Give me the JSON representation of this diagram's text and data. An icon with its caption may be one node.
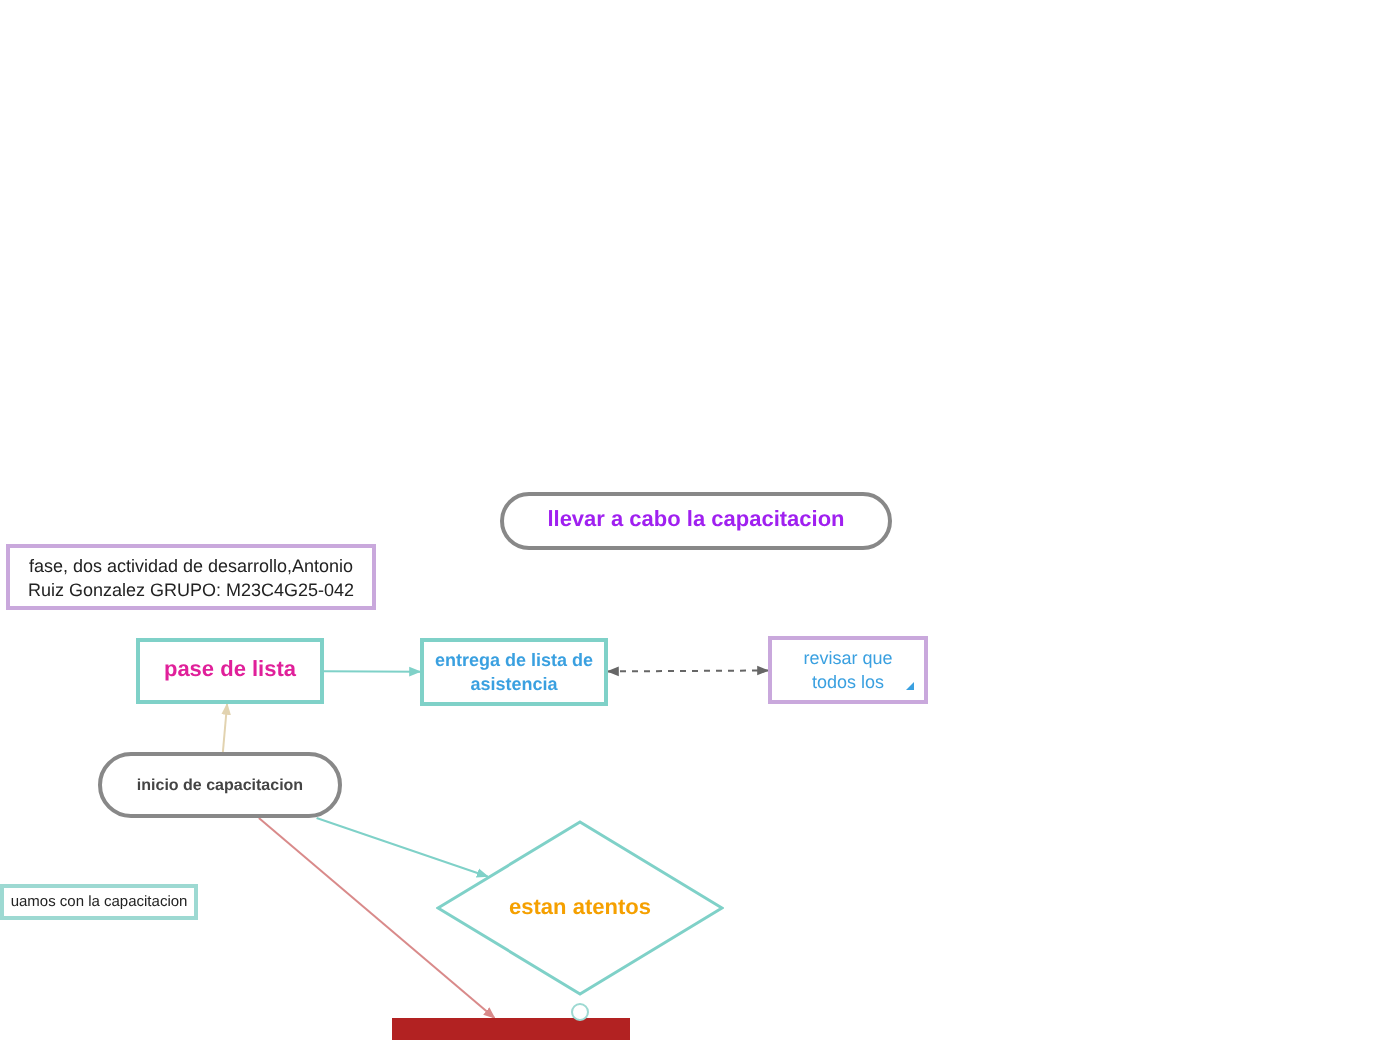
{
  "diagram": {
    "nodes": [
      {
        "text": [
          "llevar a cabo la capacitacion"
        ]
      },
      {
        "text": [
          "fase, dos actividad de desarrollo,Antonio Ruiz Gonzalez GRUPO: M23C4G25-042"
        ]
      },
      {
        "text": [
          "pase de lista"
        ]
      },
      {
        "text": [
          "entrega de lista de asistencia"
        ]
      },
      {
        "text": [
          "revisar que todos los"
        ]
      },
      {
        "text": [
          "inicio de capacitacion"
        ]
      },
      {
        "text": [
          "uamos con la capacitacion"
        ]
      },
      {
        "text": [
          "estan atentos"
        ]
      },
      {
        "text": [],
        "shape": "bar"
      }
    ],
    "edges": [
      {
        "from": 2,
        "to": 3,
        "arrow": "to"
      },
      {
        "from": 3,
        "to": 4,
        "arrow": "both",
        "style": "dashed",
        "color": "#666666"
      },
      {
        "from": 5,
        "to": 2,
        "arrow": "to",
        "color": "#e2d3b0"
      },
      {
        "from": 5,
        "to": 7,
        "arrow": "to"
      },
      {
        "from": 5,
        "to": 8,
        "arrow": "to",
        "color": "#d98a8a"
      }
    ]
  }
}
